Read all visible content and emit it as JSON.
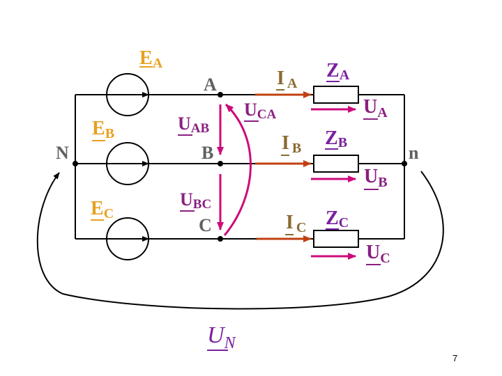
{
  "colors": {
    "wire": "#000000",
    "source_label": "#E8A020",
    "node_label": "#606060",
    "current_label": "#8A6A30",
    "current_arrow": "#C04010",
    "voltage": "#CC0A7A",
    "impedance_label": "#7A1FA0",
    "voltage_label": "#8A1F80",
    "neutral_voltage": "#7A1FA0"
  },
  "sources": {
    "ea": {
      "main": "E",
      "sub": "A"
    },
    "eb": {
      "main": "E",
      "sub": "B"
    },
    "ec": {
      "main": "E",
      "sub": "C"
    }
  },
  "nodes": {
    "neutral_source": "N",
    "neutral_load": "n",
    "a": "A",
    "b": "B",
    "c": "C"
  },
  "line_voltages": {
    "uab": {
      "main": "U",
      "sub": "AB"
    },
    "ubc": {
      "main": "U",
      "sub": "BC"
    },
    "uca": {
      "main": "U",
      "sub": "CA"
    }
  },
  "currents": {
    "ia": {
      "main": "I",
      "sub": "A"
    },
    "ib": {
      "main": "I",
      "sub": "B"
    },
    "ic": {
      "main": "I",
      "sub": "C"
    }
  },
  "impedances": {
    "za": {
      "main": "Z",
      "sub": "A"
    },
    "zb": {
      "main": "Z",
      "sub": "B"
    },
    "zc": {
      "main": "Z",
      "sub": "C"
    }
  },
  "phase_voltages": {
    "ua": {
      "main": "U",
      "sub": "A"
    },
    "ub": {
      "main": "U",
      "sub": "B"
    },
    "uc": {
      "main": "U",
      "sub": "C"
    }
  },
  "neutral_voltage": {
    "main": "U",
    "sub": "N"
  },
  "page_number": "7"
}
